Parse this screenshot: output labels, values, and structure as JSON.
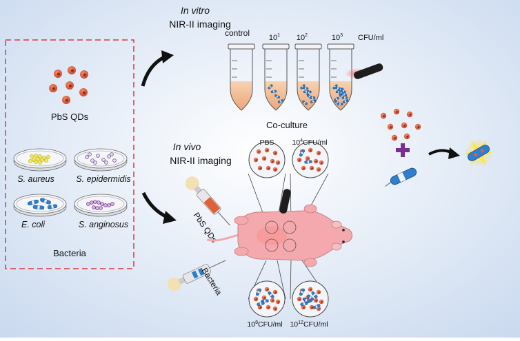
{
  "colors": {
    "background_center": "#ffffff",
    "background_edge": "#c9d9ef",
    "dashed_box": "#d9383a",
    "qd_orange": "#e0603a",
    "qd_dark": "#a8322a",
    "bacteria_blue": "#2f7fd0",
    "tube_liquid": "#f2b98f",
    "mouse_pink": "#f3a9ad",
    "enhancer_purple": "#7a2e8e",
    "glow_yellow": "#ffe54a",
    "beam_red": "#ff6a6a"
  },
  "left_panel": {
    "qd_label": "PbS QDs",
    "dishes": [
      {
        "label": "S. aureus",
        "icon": "yellow-cocci-dish-icon"
      },
      {
        "label": "S. epidermidis",
        "icon": "purple-cocci-dish-icon"
      },
      {
        "label": "E. coli",
        "icon": "blue-rods-dish-icon"
      },
      {
        "label": "S. anginosus",
        "icon": "purple-chain-dish-icon"
      }
    ],
    "bacteria_label": "Bacteria"
  },
  "in_vitro": {
    "title_italic": "In vitro",
    "title": "NIR-II imaging",
    "tube_labels": [
      "control",
      "10",
      "10",
      "10"
    ],
    "tube_exponents": [
      "",
      "1",
      "2",
      "3"
    ],
    "unit": "CFU/ml",
    "caption": "Co-culture"
  },
  "in_vivo": {
    "title_italic": "In vivo",
    "title": "NIR-II imaging",
    "syringe_labels": [
      "PbS QDs",
      "Bacteria"
    ],
    "circles": [
      {
        "label": "PBS",
        "sup": "",
        "unit": ""
      },
      {
        "label": "10",
        "sup": "4",
        "unit": "CFU/ml"
      },
      {
        "label": "10",
        "sup": "8",
        "unit": "CFU/ml"
      },
      {
        "label": "10",
        "sup": "12",
        "unit": "CFU/ml"
      }
    ]
  },
  "right_panel": {
    "plus_icon": "purple-cross-icon",
    "result_icon": "glowing-bacterium-icon"
  }
}
